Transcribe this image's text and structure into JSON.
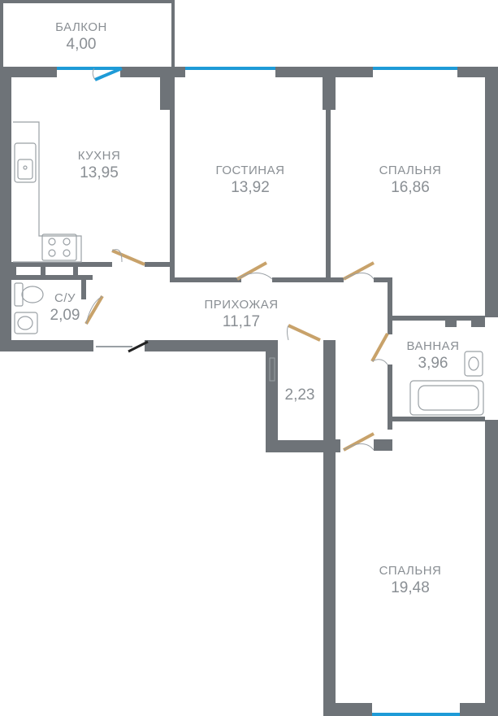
{
  "rooms": {
    "balcony": {
      "name": "БАЛКОН",
      "area": "4,00"
    },
    "kitchen": {
      "name": "КУХНЯ",
      "area": "13,95"
    },
    "living": {
      "name": "ГОСТИНАЯ",
      "area": "13,92"
    },
    "bedroom1": {
      "name": "СПАЛЬНЯ",
      "area": "16,86"
    },
    "wc": {
      "name": "С/У",
      "area": "2,09"
    },
    "hallway": {
      "name": "ПРИХОЖАЯ",
      "area": "11,17"
    },
    "closet": {
      "area": "2,23"
    },
    "bathroom": {
      "name": "ВАННАЯ",
      "area": "3,96"
    },
    "bedroom2": {
      "name": "СПАЛЬНЯ",
      "area": "19,48"
    }
  },
  "colors": {
    "wall": "#6e7378",
    "window": "#1e9bd7",
    "door": "#c8a26a",
    "label": "#8a8f94",
    "fixture": "#9aa0a5"
  }
}
